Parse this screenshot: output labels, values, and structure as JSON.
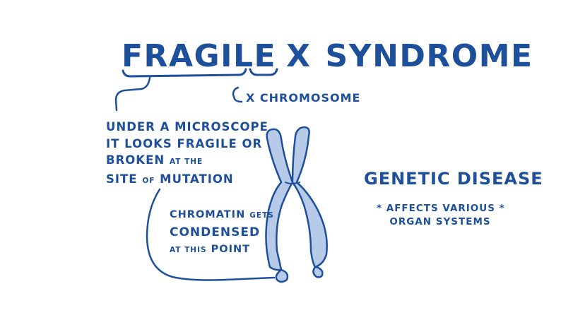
{
  "title": {
    "word1": "FRAGILE",
    "word2": "X",
    "word3": "SYNDROME"
  },
  "labels": {
    "x_chromosome": "X CHROMOSOME",
    "microscope_lines": [
      "UNDER A MICROSCOPE",
      "IT LOOKS FRAGILE OR",
      "BROKEN",
      "AT THE",
      "SITE",
      "OF",
      "MUTATION"
    ],
    "chromatin_lines": [
      "CHROMATIN",
      "GETS",
      "CONDENSED",
      "AT THIS",
      "POINT"
    ],
    "genetic_disease": "GENETIC DISEASE",
    "affects_lines": [
      "* AFFECTS VARIOUS *",
      "ORGAN SYSTEMS"
    ]
  },
  "colors": {
    "ink": "#1d4f9a",
    "chromosome_fill": "#b7cbe8",
    "chromosome_stroke": "#1d4f9a",
    "background": "#ffffff"
  }
}
